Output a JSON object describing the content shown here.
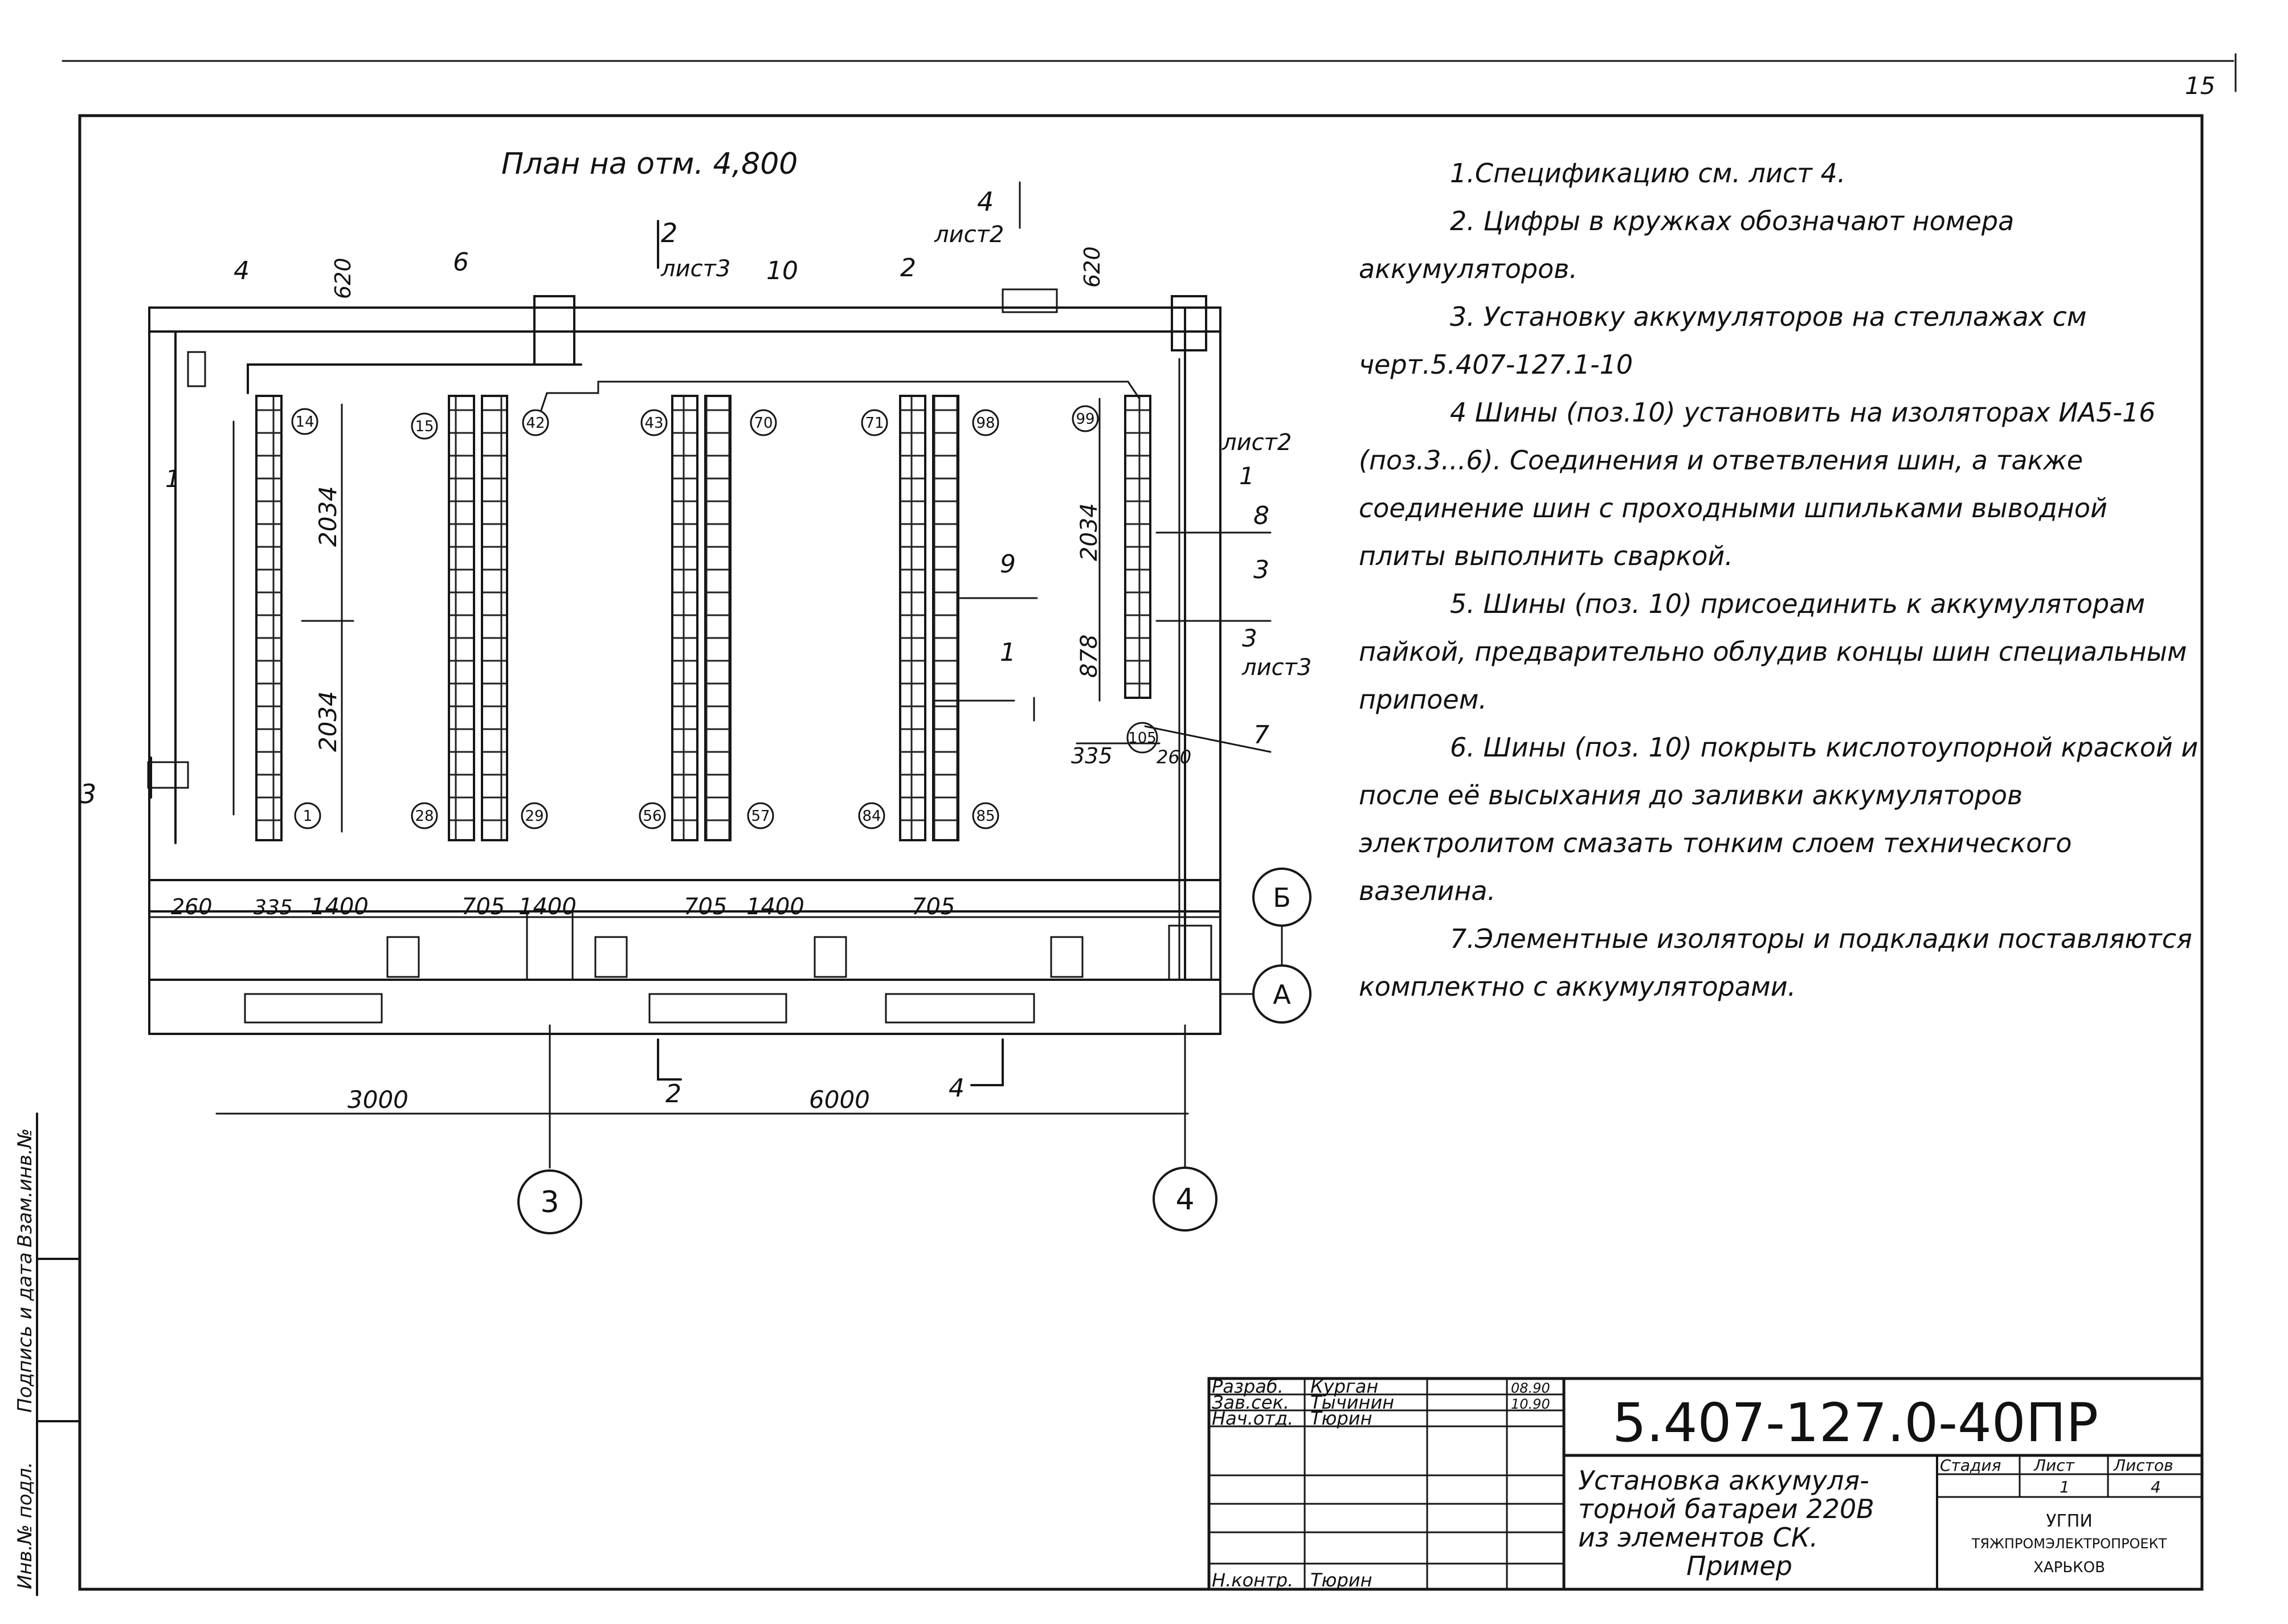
{
  "page_number": "15",
  "plan_title": "План на отм. 4,800",
  "notes": [
    "1.Спецификацию см. лист 4.",
    "2. Цифры в кружках обозначают номера аккумуляторов.",
    "3. Установку аккумуляторов на стеллажах см черт.5.407-127.1-10",
    "4 Шины (поз.10) установить на изоляторах ИА5-16 (поз.3...6). Соединения и ответвления шин, а также соединение шин с проходными шпильками выводной плиты выполнить сваркой.",
    "5. Шины (поз. 10) присоединить к аккумуляторам пайкой, предварительно облудив концы шин специальным припоем.",
    "6. Шины (поз. 10) покрыть кислотоупорной краской и после её высыхания до заливки аккумуляторов электролитом смазать тонким слоем технического вазелина.",
    "7.Элементные изоляторы и подкладки поставляются комплектно с аккумуляторами."
  ],
  "plan": {
    "dims": {
      "d620a": "620",
      "d620b": "620",
      "d2034a": "2034",
      "d2034b": "2034",
      "d2034c": "2034",
      "d878": "878",
      "d335r": "335",
      "d260r": "260",
      "b260": "260",
      "b335": "335",
      "b1400a": "1400",
      "b705a": "705",
      "b1400b": "1400",
      "b705b": "705",
      "b1400c": "1400",
      "b705c": "705",
      "d3000": "3000",
      "d6000": "6000"
    },
    "positions": {
      "p4": "4",
      "p6": "6",
      "p2": "2",
      "p10": "10",
      "p8": "8",
      "p3": "3",
      "p9": "9",
      "p1": "1",
      "p7": "7"
    },
    "cells": {
      "c14": "14",
      "c15": "15",
      "c42": "42",
      "c43": "43",
      "c70": "70",
      "c71": "71",
      "c98": "98",
      "c99": "99",
      "c1": "1",
      "c28": "28",
      "c29": "29",
      "c56": "56",
      "c57": "57",
      "c84": "84",
      "c85": "85",
      "c105": "105"
    },
    "sections": {
      "s2top_num": "2",
      "s2top_sheet": "лист3",
      "s4top_num": "4",
      "s4top_sheet": "лист2",
      "s1r_num": "1",
      "s1r_sheet": "лист2",
      "s3r_num": "3",
      "s3r_sheet": "лист3",
      "s1l_num": "1",
      "s3l_num": "3",
      "s2b_num": "2",
      "s4b_num": "4"
    },
    "axes": {
      "a3": "3",
      "a4": "4",
      "aA": "А",
      "aB": "Б"
    }
  },
  "stamp": {
    "doc_code": "5.407-127.0-40ПР",
    "title_lines": [
      "Установка аккумуля-",
      "торной батареи 220В",
      "из элементов СК.",
      "Пример"
    ],
    "rows": [
      {
        "role": "Разраб.",
        "name": "Курган",
        "date": "08.90"
      },
      {
        "role": "Зав.сек.",
        "name": "Тычинин",
        "date": "10.90"
      },
      {
        "role": "Нач.отд.",
        "name": "Тюрин",
        "date": ""
      },
      {
        "role": "Н.контр.",
        "name": "Тюрин",
        "date": ""
      }
    ],
    "stage_label": "Стадия",
    "sheet_label": "Лист",
    "sheets_label": "Листов",
    "sheet": "1",
    "sheets": "4",
    "org_lines": [
      "УГПИ",
      "ТЯЖПРОМЭЛЕКТРОПРОЕКТ",
      "ХАРЬКОВ"
    ]
  },
  "side_labels": [
    "Взам.инв.№",
    "Подпись и дата",
    "Инв.№ подл."
  ]
}
